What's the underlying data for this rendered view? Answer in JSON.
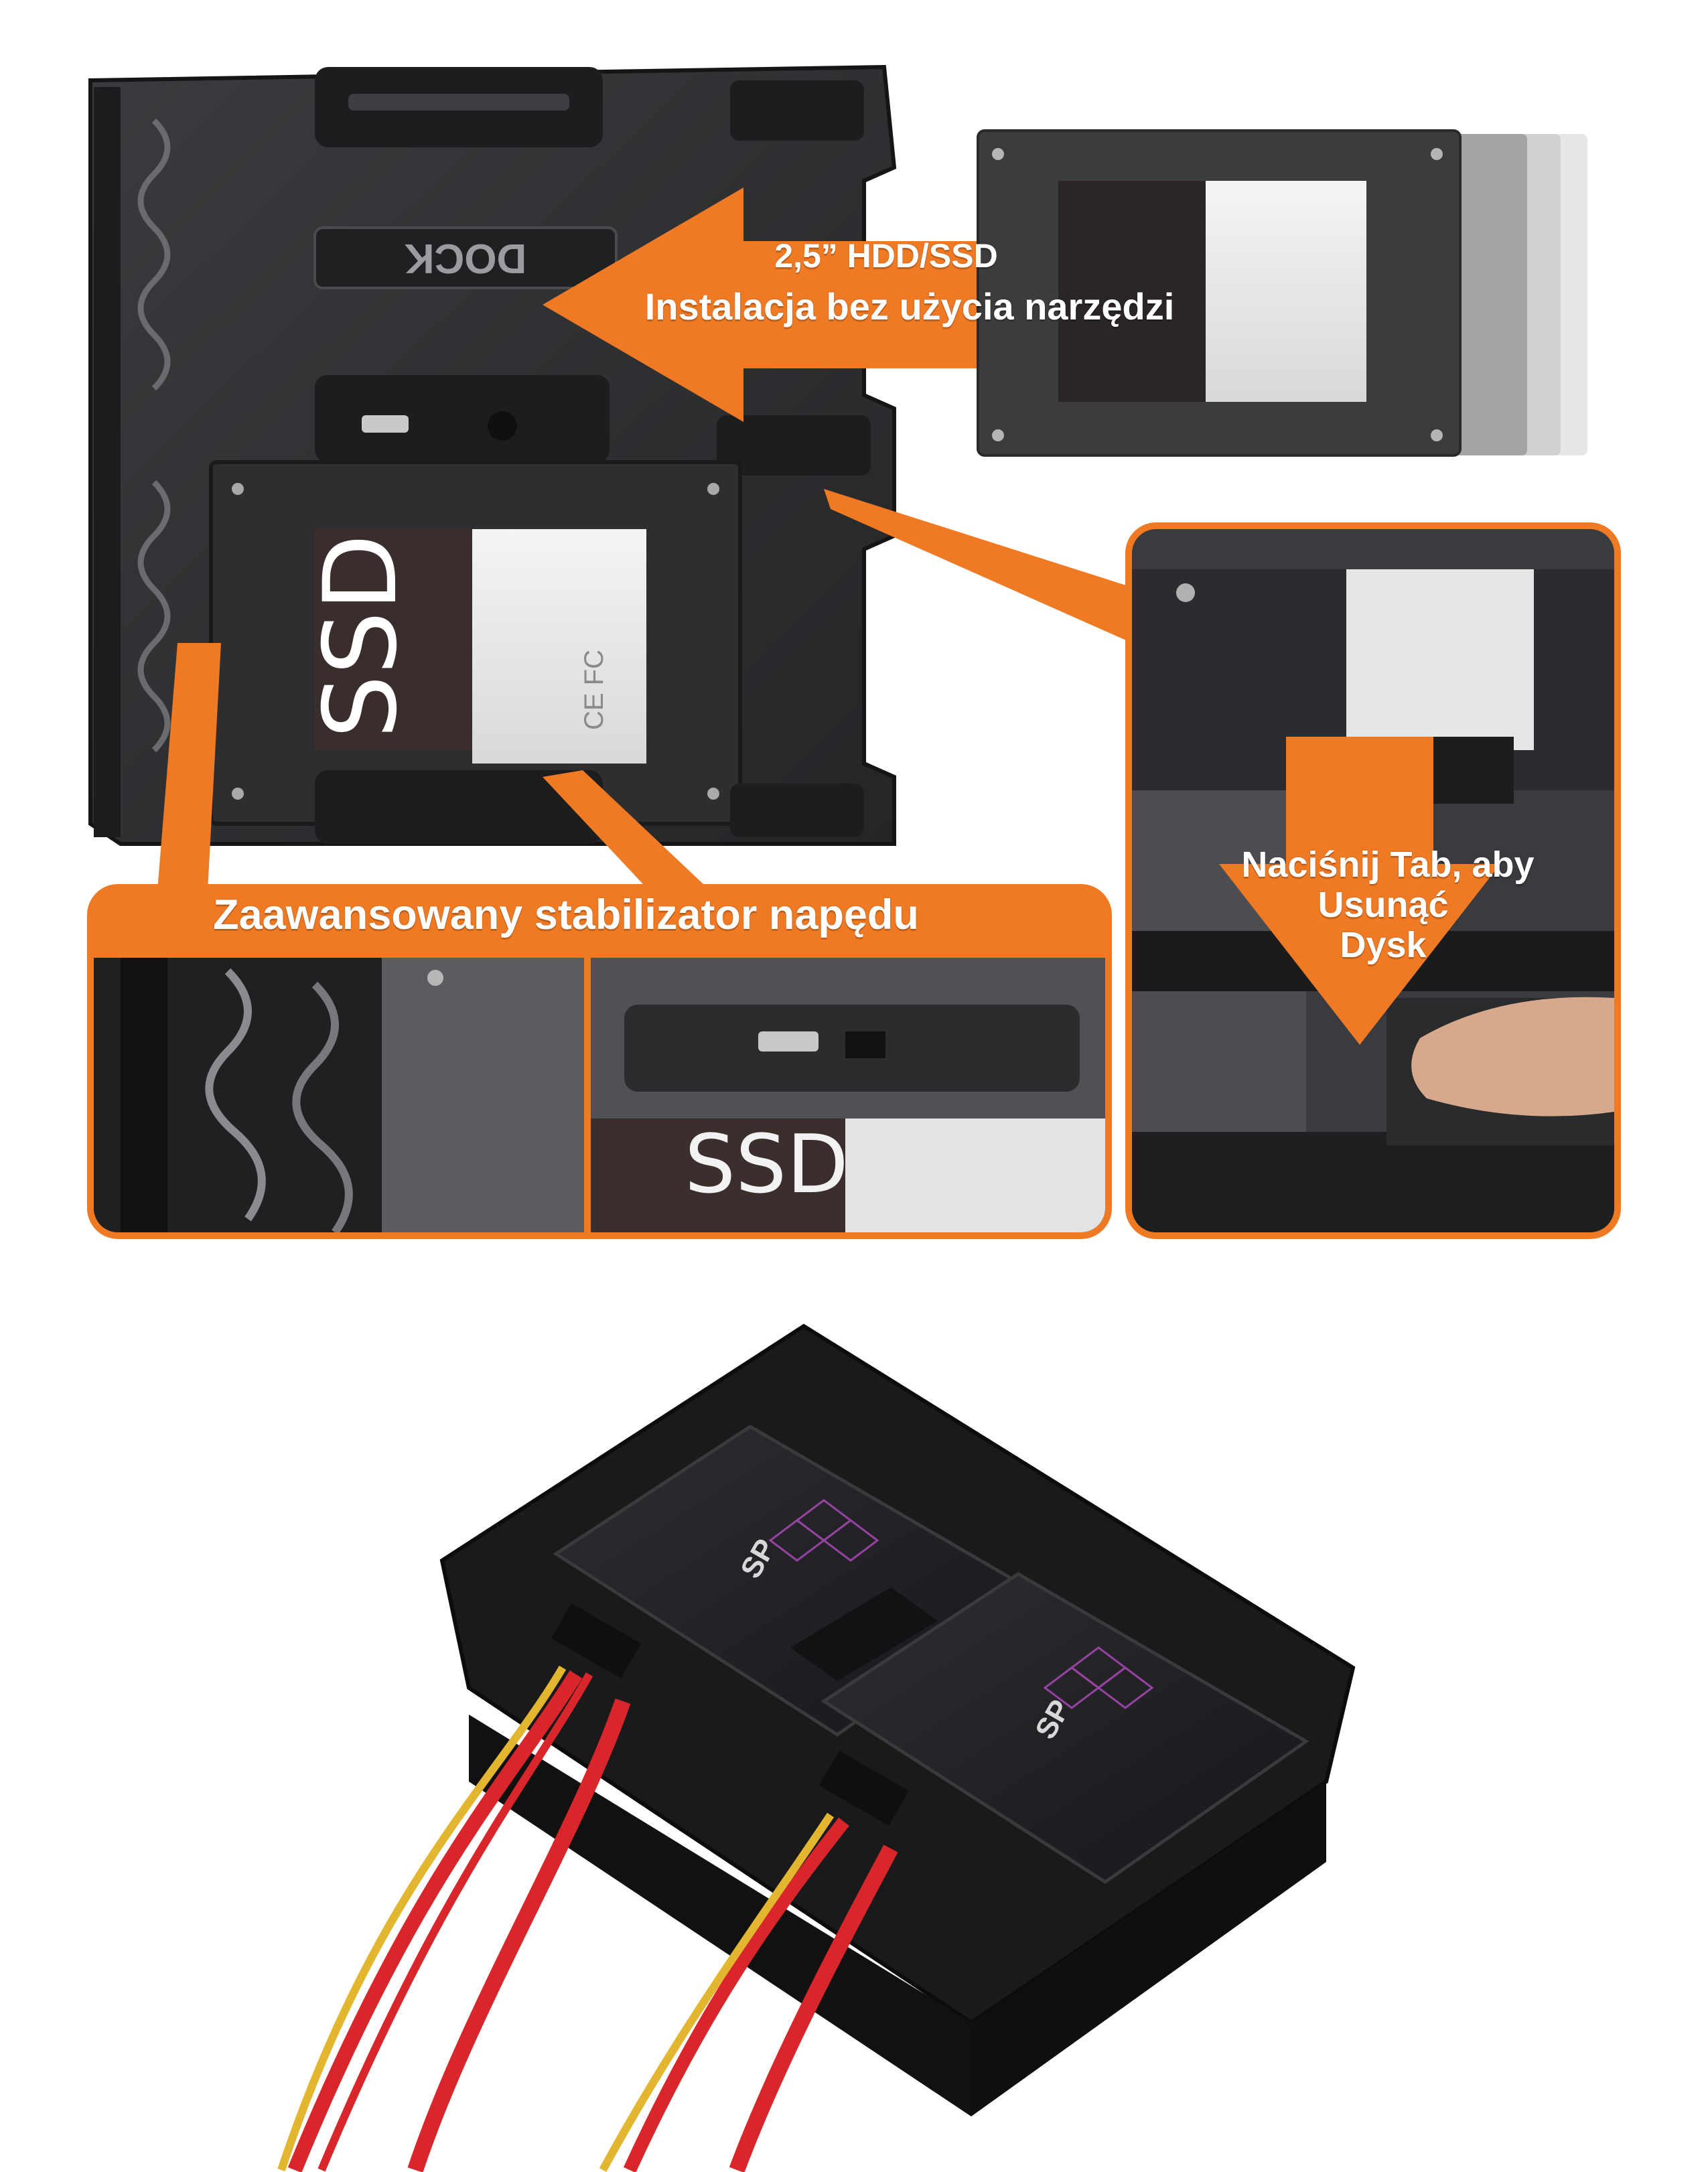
{
  "callouts": {
    "hdd_line1": "2,5” HDD/SSD",
    "hdd_line2": "Instalacja bez użycia narzędzi",
    "stabilizer": "Zaawansowany stabilizator napędu",
    "tab_line1": "Naciśnij Tab, aby",
    "tab_line2": "Usunąć",
    "tab_line3": "Dysk"
  },
  "embedded": {
    "ssd_label": "SSD",
    "dock_mark": "DOCK",
    "cert_marks": "CE FC",
    "brand": "SP"
  },
  "colors": {
    "accent": "#f07a24",
    "bracket": "#2b2c2e",
    "cable_red": "#d9262b",
    "cable_yellow": "#e2b62f"
  }
}
